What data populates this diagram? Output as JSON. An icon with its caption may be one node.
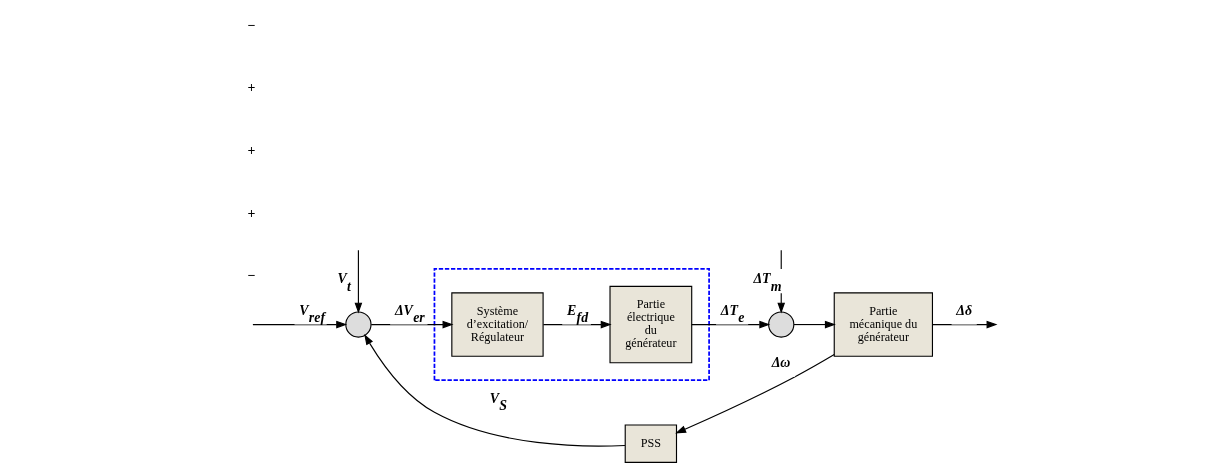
{
  "diagram": {
    "nodes": [
      {
        "text": [],
        "shape": "circle"
      },
      {
        "text": [],
        "shape": "box"
      },
      {
        "text": [
          "Système d’excitation/ Régulateur"
        ],
        "in": 1
      },
      {
        "text": [
          "Partie électrique du générateur"
        ],
        "in": 1
      },
      {
        "text": [],
        "shape": "circle"
      },
      {
        "text": [
          "Partie mécanique du générateur"
        ]
      },
      {
        "text": [
          "PSS"
        ]
      }
    ],
    "edges": [
      {
        "from": null,
        "to": 0,
        "arrow": "to",
        "label": "V$_{ref}$"
      },
      {
        "from": null,
        "to": 0,
        "arrow": "to",
        "label": "V$_{t}$"
      },
      {
        "from": 6,
        "to": 0,
        "arrow": "to",
        "label": "V$_{S}$"
      },
      {
        "from": 0,
        "to": 2,
        "arrow": "to",
        "label": "ΔV$_{er}$"
      },
      {
        "from": 2,
        "to": 3,
        "arrow": "to",
        "label": "E$_{fd}$"
      },
      {
        "from": 3,
        "to": 4,
        "arrow": "to",
        "label": "ΔT$_{e}$"
      },
      {
        "from": null,
        "to": 4,
        "arrow": "to",
        "label": "ΔT$_{m}$"
      },
      {
        "from": 4,
        "to": 5,
        "arrow": "to"
      },
      {
        "from": 5,
        "to": null,
        "arrow": "to",
        "label": "Δδ"
      },
      {
        "from": 5,
        "to": 6,
        "arrow": "to",
        "label": "Δω"
      }
    ],
    "labels": [
      "−",
      "+",
      "+",
      "+",
      "−"
    ]
  }
}
